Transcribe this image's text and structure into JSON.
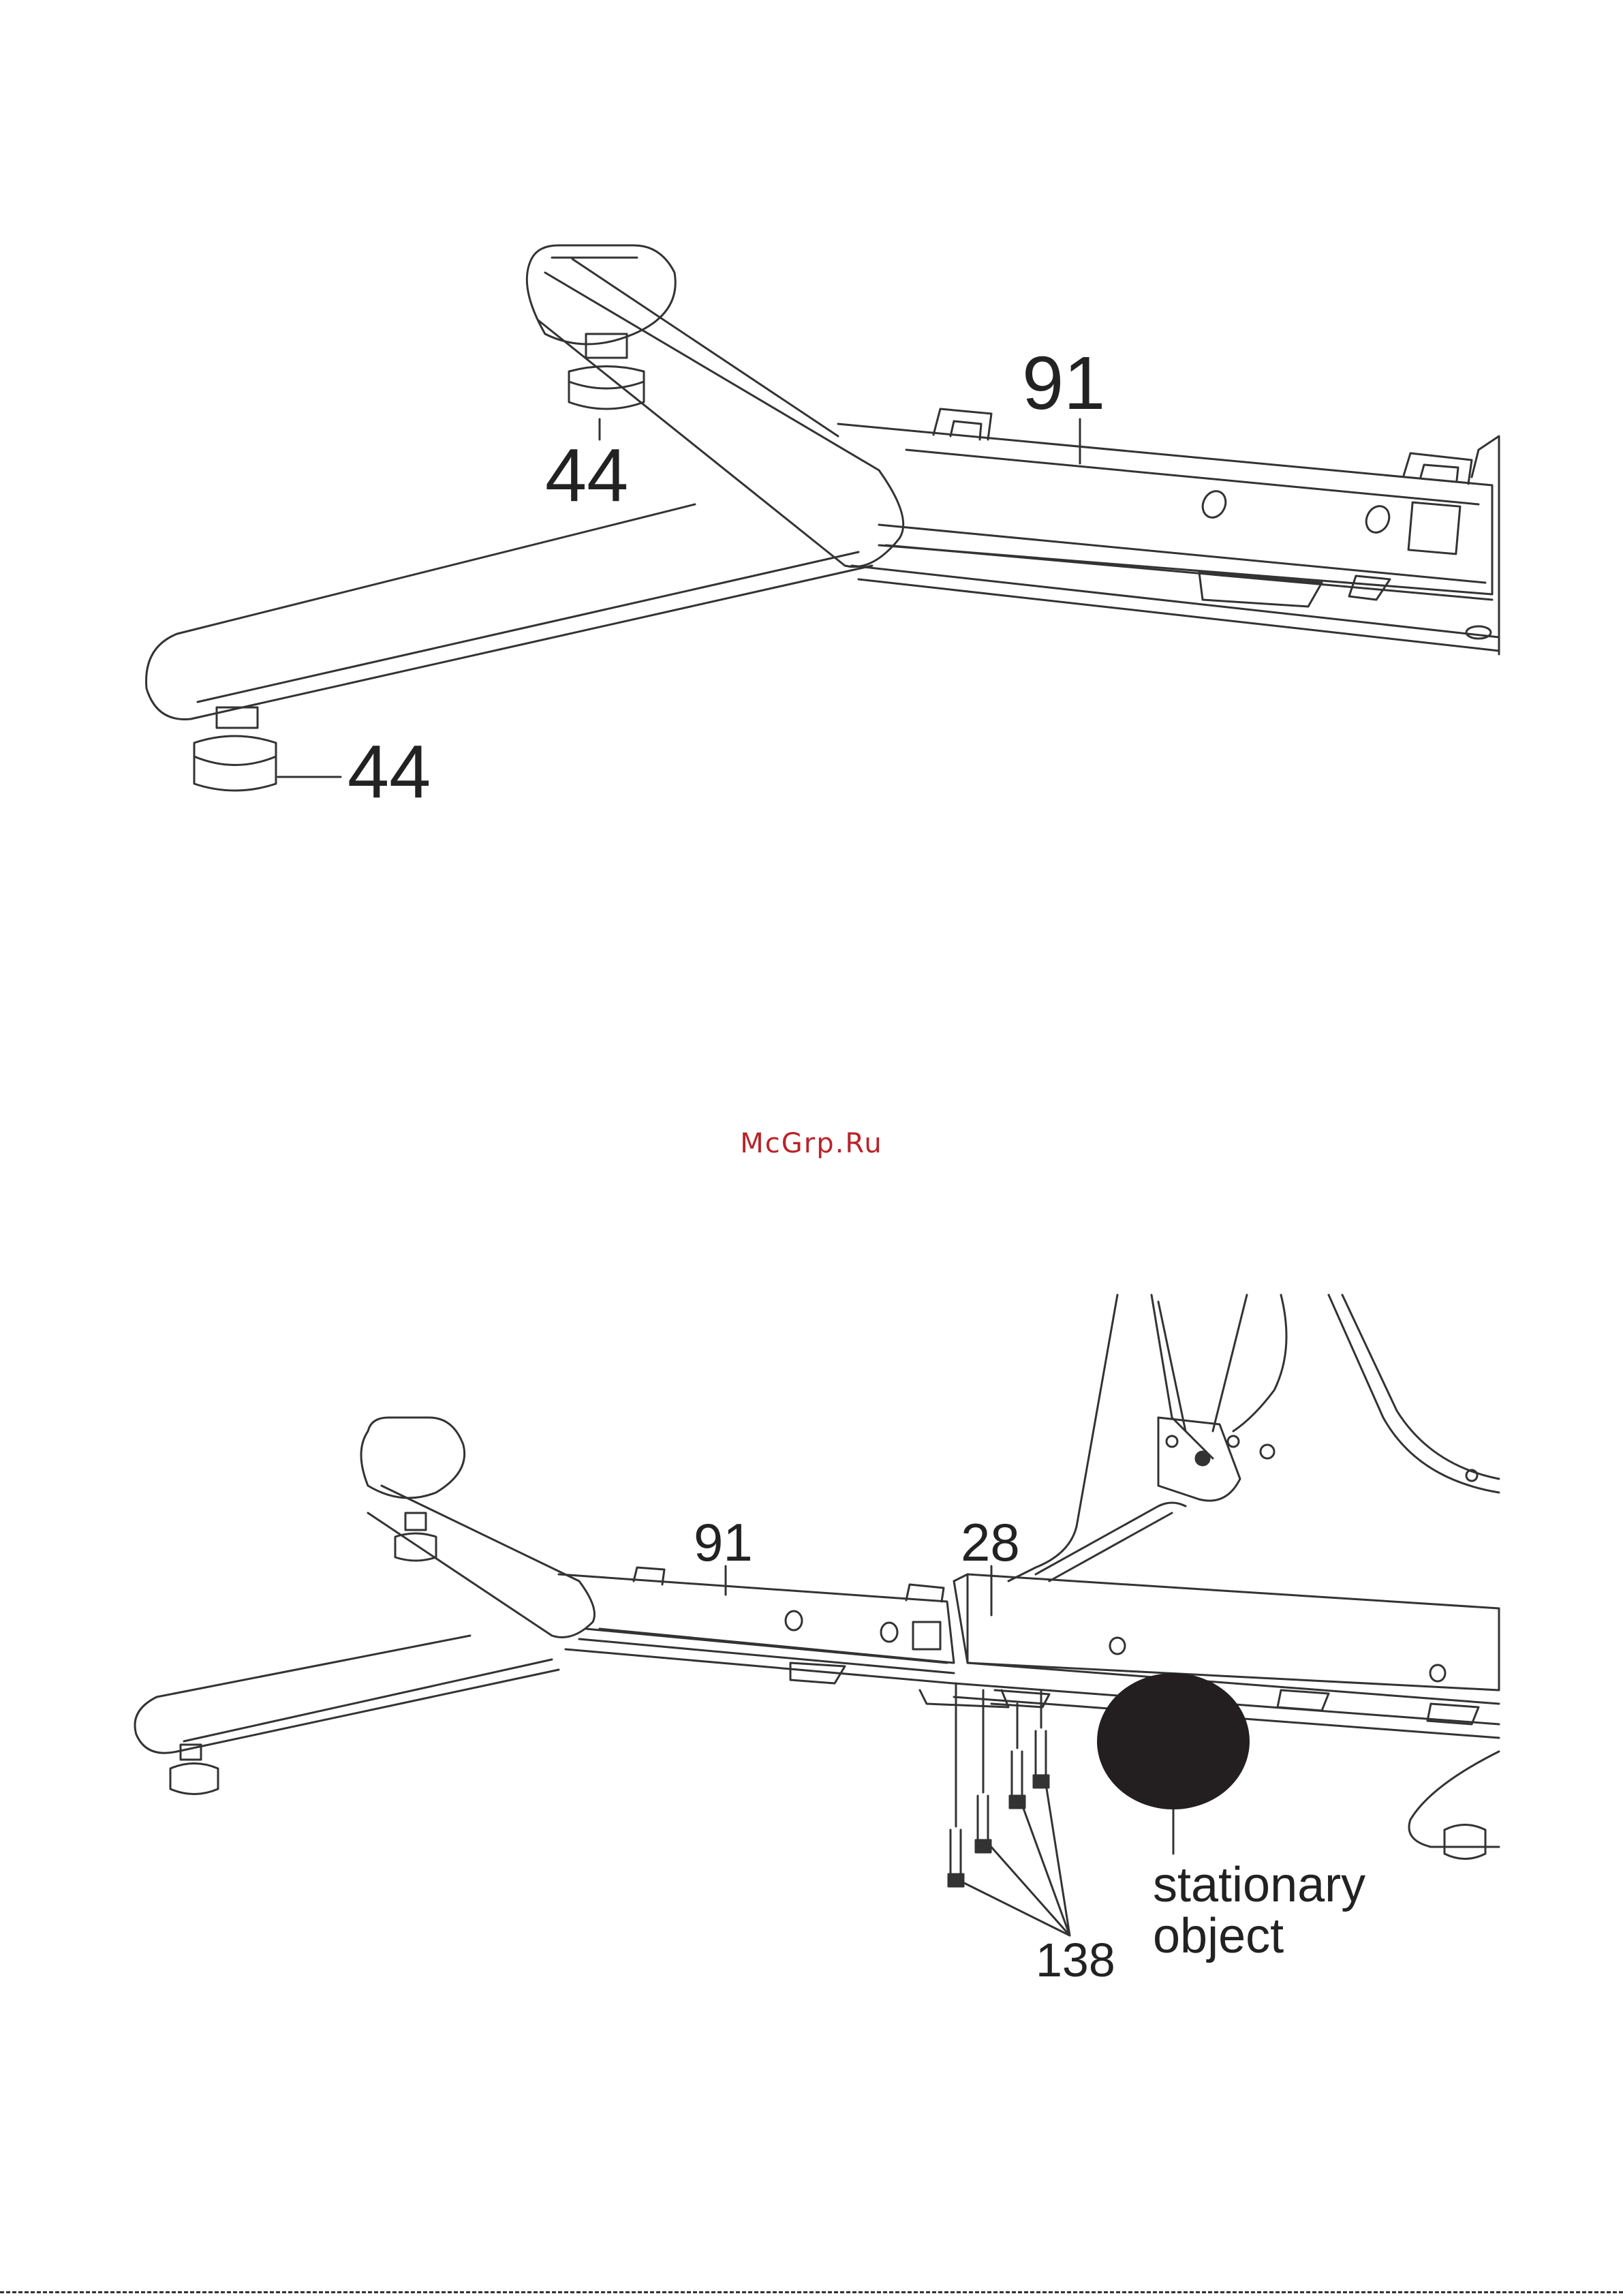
{
  "figure1": {
    "labels": {
      "frame": "91",
      "foot_top": "44",
      "foot_bottom": "44"
    }
  },
  "watermark": "McGrp.Ru",
  "figure2": {
    "labels": {
      "front_frame": "91",
      "main_frame": "28",
      "bolts": "138",
      "stationary_line1": "stationary",
      "stationary_line2": "object"
    }
  },
  "colors": {
    "line": "#333333",
    "watermark": "#b8242a",
    "stationary_object": "#231f20"
  }
}
